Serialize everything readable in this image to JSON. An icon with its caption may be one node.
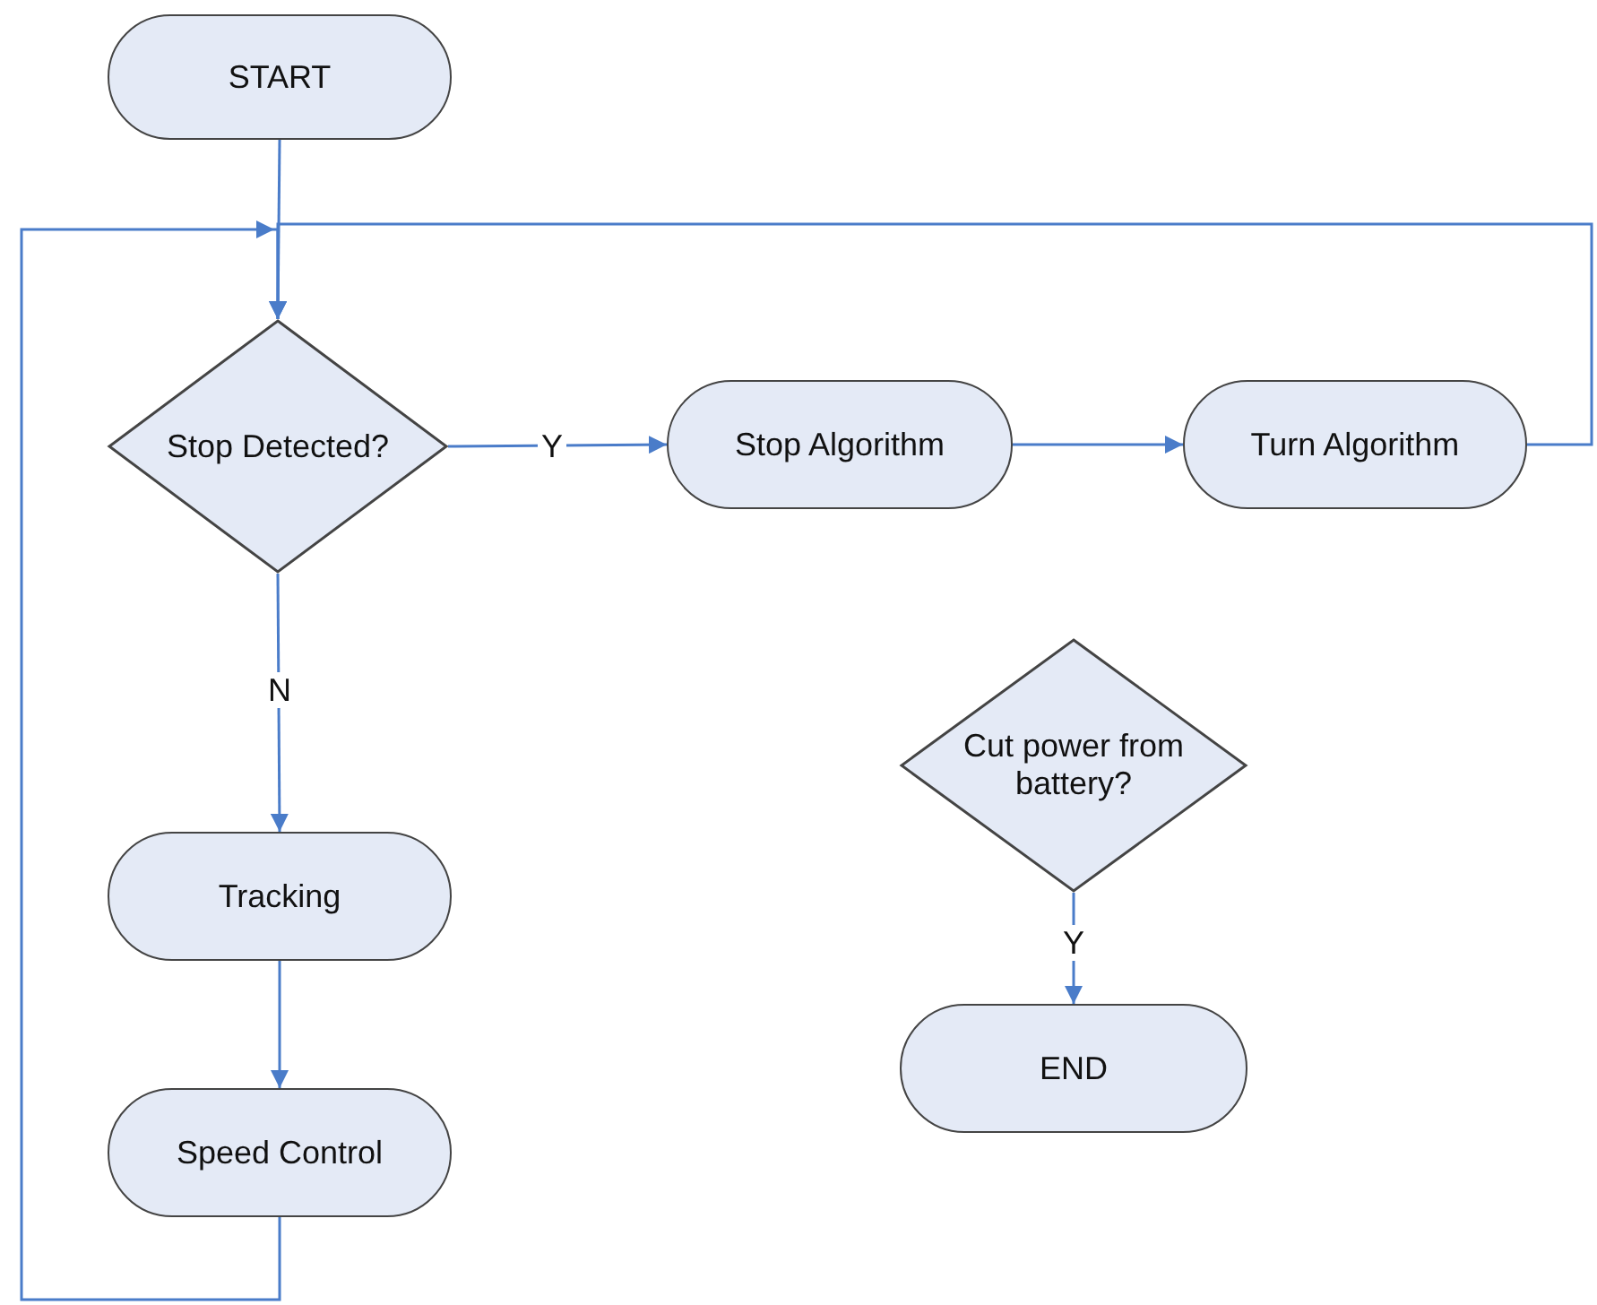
{
  "diagram": {
    "nodes": [
      {
        "text": [
          "START"
        ]
      },
      {
        "text": [
          "Stop Detected?"
        ]
      },
      {
        "text": [
          "Stop Algorithm"
        ]
      },
      {
        "text": [
          "Turn Algorithm"
        ]
      },
      {
        "text": [
          "Cut power from battery?"
        ]
      },
      {
        "text": [
          "END"
        ]
      },
      {
        "text": [
          "Tracking"
        ]
      },
      {
        "text": [
          "Speed Control"
        ]
      }
    ],
    "edges": [
      {
        "from": 0,
        "to": 1,
        "arrow": "to"
      },
      {
        "from": 1,
        "to": 2,
        "label": "Y",
        "arrow": "to"
      },
      {
        "from": 2,
        "to": 3,
        "arrow": "to"
      },
      {
        "from": 3,
        "to": 1,
        "arrow": "to"
      },
      {
        "from": 1,
        "to": 6,
        "label": "N",
        "arrow": "to"
      },
      {
        "from": 6,
        "to": 7,
        "arrow": "to"
      },
      {
        "from": 7,
        "to": 1,
        "arrow": "to"
      },
      {
        "from": 4,
        "to": 5,
        "label": "Y",
        "arrow": "to"
      }
    ]
  }
}
